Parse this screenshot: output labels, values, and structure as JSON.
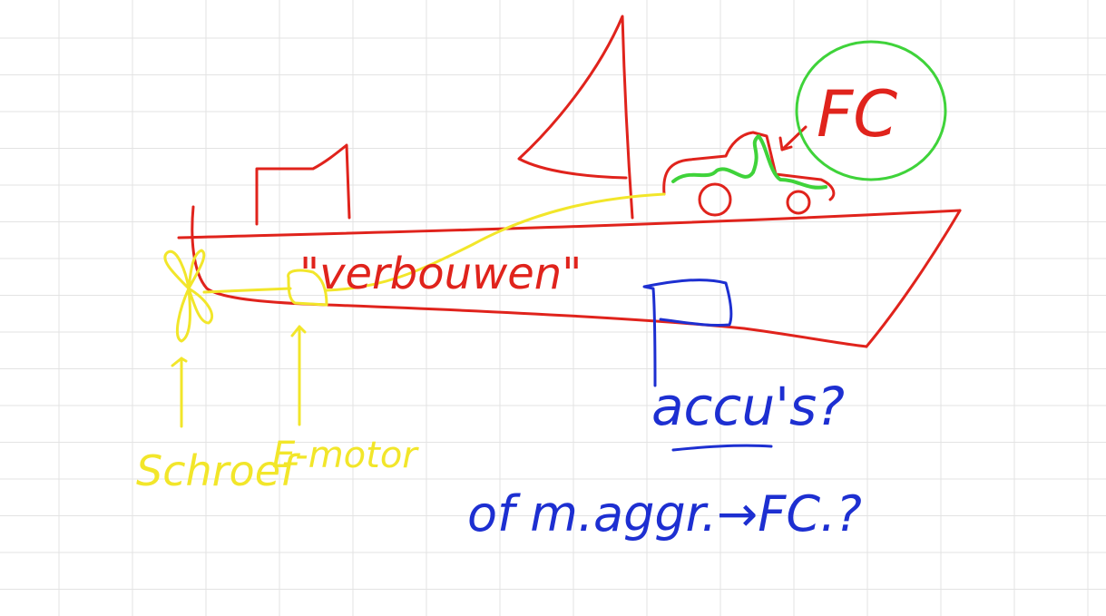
{
  "colors": {
    "grid": "#e3e3e3",
    "boat": "#e0231c",
    "yellow": "#f2e62a",
    "blue": "#1d2fd1",
    "green": "#3fd33a",
    "black": "#000000"
  },
  "labels": {
    "fc": "FC",
    "verbouwen": "\"verbouwen\"",
    "schroef": "Schroef",
    "e_motor": "E-motor",
    "accus": "accu's?",
    "of_aggr": "of m.aggr.→FC.?"
  }
}
